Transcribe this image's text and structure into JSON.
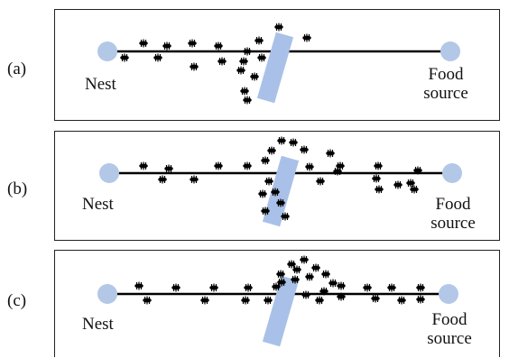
{
  "colors": {
    "node": "#b3c7e6",
    "obstacle": "#a9c1e8",
    "path": "#000000",
    "ant": "#000000",
    "border": "#222222"
  },
  "icons": {
    "ant": "ant-icon",
    "nest": "nest-node-icon",
    "food": "food-node-icon",
    "obstacle": "obstacle-bar-icon"
  },
  "panels": [
    {
      "id": "a",
      "label": "(a)",
      "nest_label": "Nest",
      "food_label_line1": "Food",
      "food_label_line2": "source"
    },
    {
      "id": "b",
      "label": "(b)",
      "nest_label": "Nest",
      "food_label_line1": "Food",
      "food_label_line2": "source"
    },
    {
      "id": "c",
      "label": "(c)",
      "nest_label": "Nest",
      "food_label_line1": "Food",
      "food_label_line2": "source"
    }
  ]
}
